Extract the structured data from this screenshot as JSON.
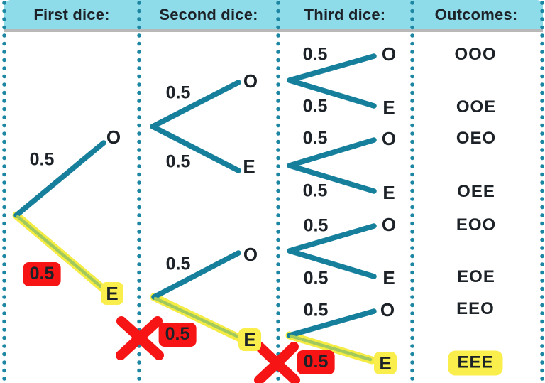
{
  "header": {
    "columns": [
      {
        "label": "First dice:"
      },
      {
        "label": "Second dice:"
      },
      {
        "label": "Third dice:"
      },
      {
        "label": "Outcomes:"
      }
    ]
  },
  "tree": {
    "dice1": {
      "branches": [
        {
          "prob": "0.5",
          "node": "O",
          "highlighted": false
        },
        {
          "prob": "0.5",
          "node": "E",
          "highlighted": true
        }
      ]
    },
    "dice2": {
      "groups": [
        {
          "from": "O",
          "branches": [
            {
              "prob": "0.5",
              "node": "O",
              "highlighted": false
            },
            {
              "prob": "0.5",
              "node": "E",
              "highlighted": false
            }
          ]
        },
        {
          "from": "E",
          "branches": [
            {
              "prob": "0.5",
              "node": "O",
              "highlighted": false
            },
            {
              "prob": "0.5",
              "node": "E",
              "highlighted": true
            }
          ]
        }
      ]
    },
    "dice3": {
      "groups": [
        {
          "from": "OO",
          "branches": [
            {
              "prob": "0.5",
              "node": "O",
              "highlighted": false
            },
            {
              "prob": "0.5",
              "node": "E",
              "highlighted": false
            }
          ]
        },
        {
          "from": "OE",
          "branches": [
            {
              "prob": "0.5",
              "node": "O",
              "highlighted": false
            },
            {
              "prob": "0.5",
              "node": "E",
              "highlighted": false
            }
          ]
        },
        {
          "from": "EO",
          "branches": [
            {
              "prob": "0.5",
              "node": "O",
              "highlighted": false
            },
            {
              "prob": "0.5",
              "node": "E",
              "highlighted": false
            }
          ]
        },
        {
          "from": "EE",
          "branches": [
            {
              "prob": "0.5",
              "node": "O",
              "highlighted": false
            },
            {
              "prob": "0.5",
              "node": "E",
              "highlighted": true
            }
          ]
        }
      ]
    }
  },
  "outcomes": {
    "items": [
      {
        "label": "OOO",
        "highlighted": false
      },
      {
        "label": "OOE",
        "highlighted": false
      },
      {
        "label": "OEO",
        "highlighted": false
      },
      {
        "label": "OEE",
        "highlighted": false
      },
      {
        "label": "EOO",
        "highlighted": false
      },
      {
        "label": "EOE",
        "highlighted": false
      },
      {
        "label": "EEO",
        "highlighted": false
      },
      {
        "label": "EEE",
        "highlighted": true
      }
    ]
  },
  "annotations": {
    "cross_marks": 2,
    "highlighted_path": "E-E-E"
  },
  "colors": {
    "header_bg": "#8edce9",
    "dot": "#1d87a3",
    "branch": "#16809c",
    "highlight": "#f5ec43",
    "highlight_core": "#a2c95e",
    "box_yellow": "#f9ee4b",
    "red": "#f61414",
    "ink": "#1c2227"
  }
}
